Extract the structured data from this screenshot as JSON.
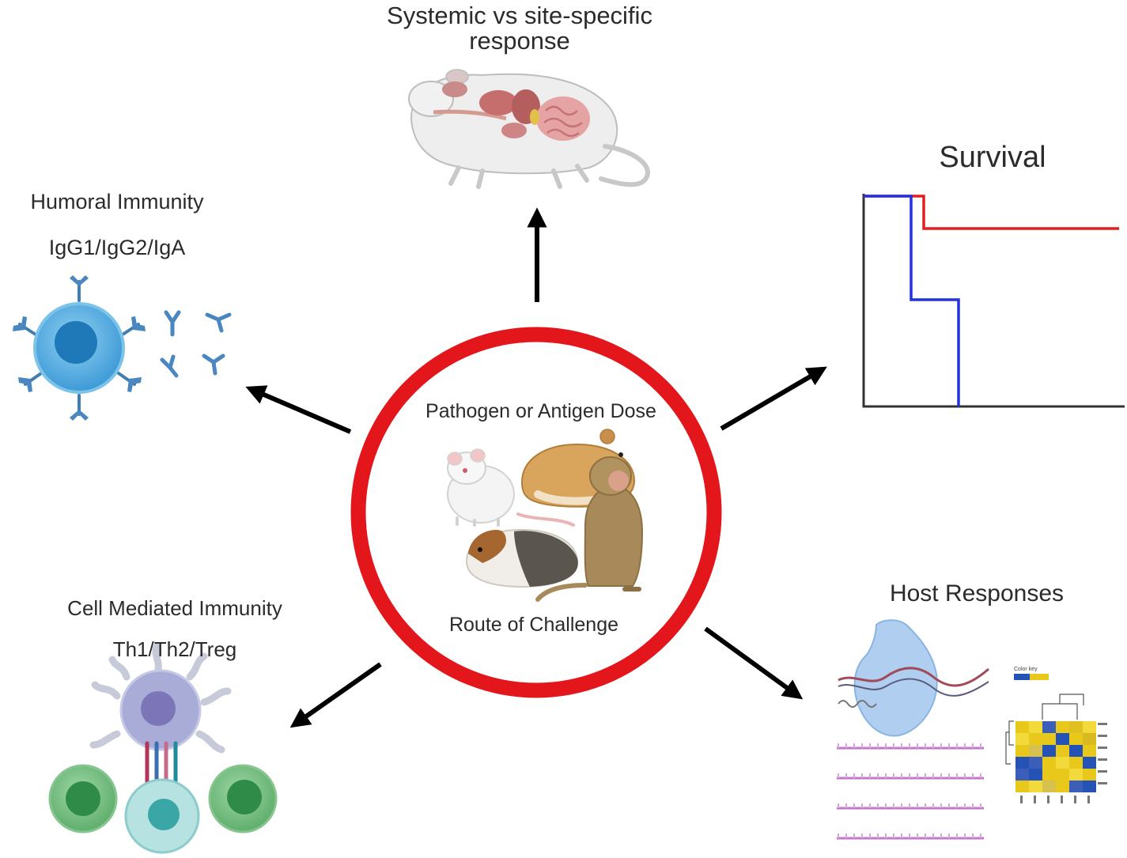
{
  "labels": {
    "systemic_line1": "Systemic vs site-specific",
    "systemic_line2": "response",
    "survival": "Survival",
    "humoral": "Humoral Immunity",
    "humoral_sub": "IgG1/IgG2/IgA",
    "cell_mediated": "Cell Mediated Immunity",
    "cell_mediated_sub": "Th1/Th2/Treg",
    "host_responses": "Host Responses",
    "center_top": "Pathogen or Antigen Dose",
    "center_bottom": "Route of Challenge"
  },
  "heatmap_key": "Color key",
  "icons": [
    "mouse-anatomy-icon",
    "survival-curve-icon",
    "b-cell-antibody-icon",
    "t-cell-interaction-icon",
    "ribosome-mrna-icon",
    "heatmap-icon",
    "mouse-icon",
    "hamster-icon",
    "guinea-pig-icon",
    "macaque-icon"
  ],
  "colors": {
    "ring": "#e3161c",
    "arrow": "#000000",
    "survival_a": "#e02020",
    "survival_b": "#2233dd",
    "bcell": "#4aa3d8",
    "antibody": "#3f7fb0",
    "tcell": "#5ba36a",
    "heat_yellow": "#e8c81a",
    "heat_blue": "#2452b5"
  }
}
